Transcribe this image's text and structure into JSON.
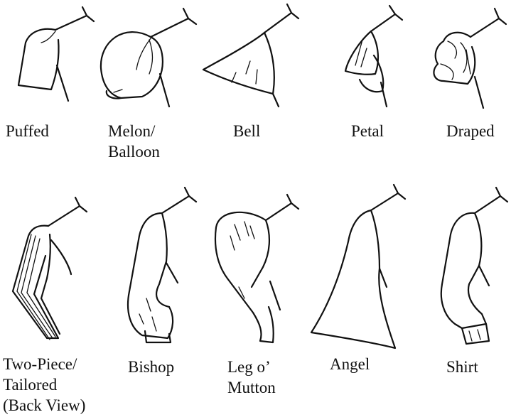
{
  "sleeves": [
    {
      "key": "puffed",
      "lines": [
        "Puffed"
      ]
    },
    {
      "key": "melon",
      "lines": [
        "Melon/",
        "Balloon"
      ]
    },
    {
      "key": "bell",
      "lines": [
        "Bell"
      ]
    },
    {
      "key": "petal",
      "lines": [
        "Petal"
      ]
    },
    {
      "key": "draped",
      "lines": [
        "Draped"
      ]
    },
    {
      "key": "two-piece",
      "lines": [
        "Two-Piece/",
        "Tailored",
        "(Back View)"
      ]
    },
    {
      "key": "bishop",
      "lines": [
        "Bishop"
      ]
    },
    {
      "key": "leg-o-mutton",
      "lines": [
        "Leg o’",
        "Mutton"
      ]
    },
    {
      "key": "angel",
      "lines": [
        "Angel"
      ]
    },
    {
      "key": "shirt",
      "lines": [
        "Shirt"
      ]
    }
  ]
}
